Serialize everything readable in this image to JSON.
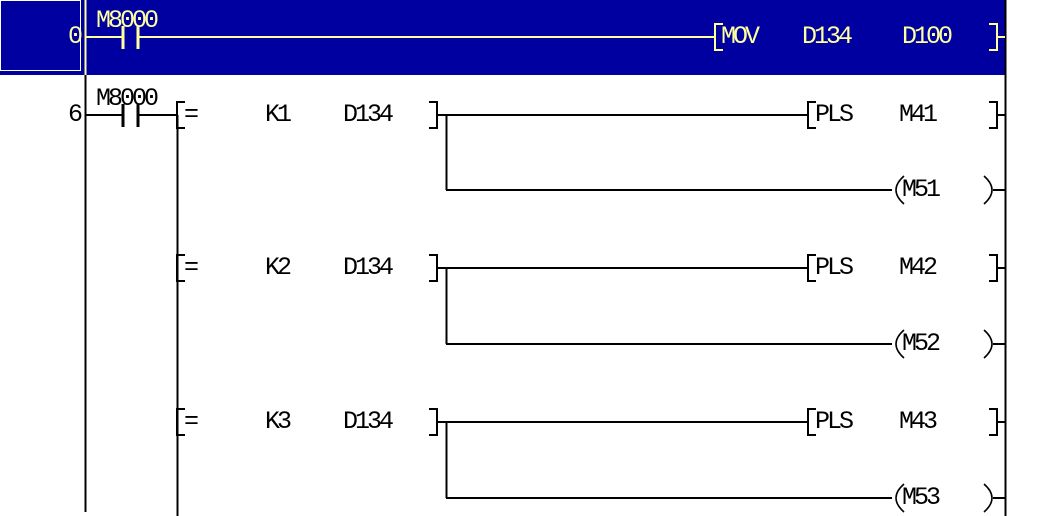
{
  "colors": {
    "highlight_bg": "#0000A0",
    "highlight_fg": "#FFFF9E",
    "line": "#000000",
    "bg": "#FFFFFF",
    "cursor": "#FFFFFF"
  },
  "rung0": {
    "step": "0",
    "contact": "M8000",
    "op": "MOV",
    "arg1": "D134",
    "arg2": "D100"
  },
  "rung6": {
    "step": "6",
    "contact": "M8000",
    "branches": [
      {
        "op": "=",
        "arg1": "K1",
        "arg2": "D134",
        "out_op": "PLS",
        "out_arg": "M41",
        "coil": "M51"
      },
      {
        "op": "=",
        "arg1": "K2",
        "arg2": "D134",
        "out_op": "PLS",
        "out_arg": "M42",
        "coil": "M52"
      },
      {
        "op": "=",
        "arg1": "K3",
        "arg2": "D134",
        "out_op": "PLS",
        "out_arg": "M43",
        "coil": "M53"
      }
    ]
  }
}
